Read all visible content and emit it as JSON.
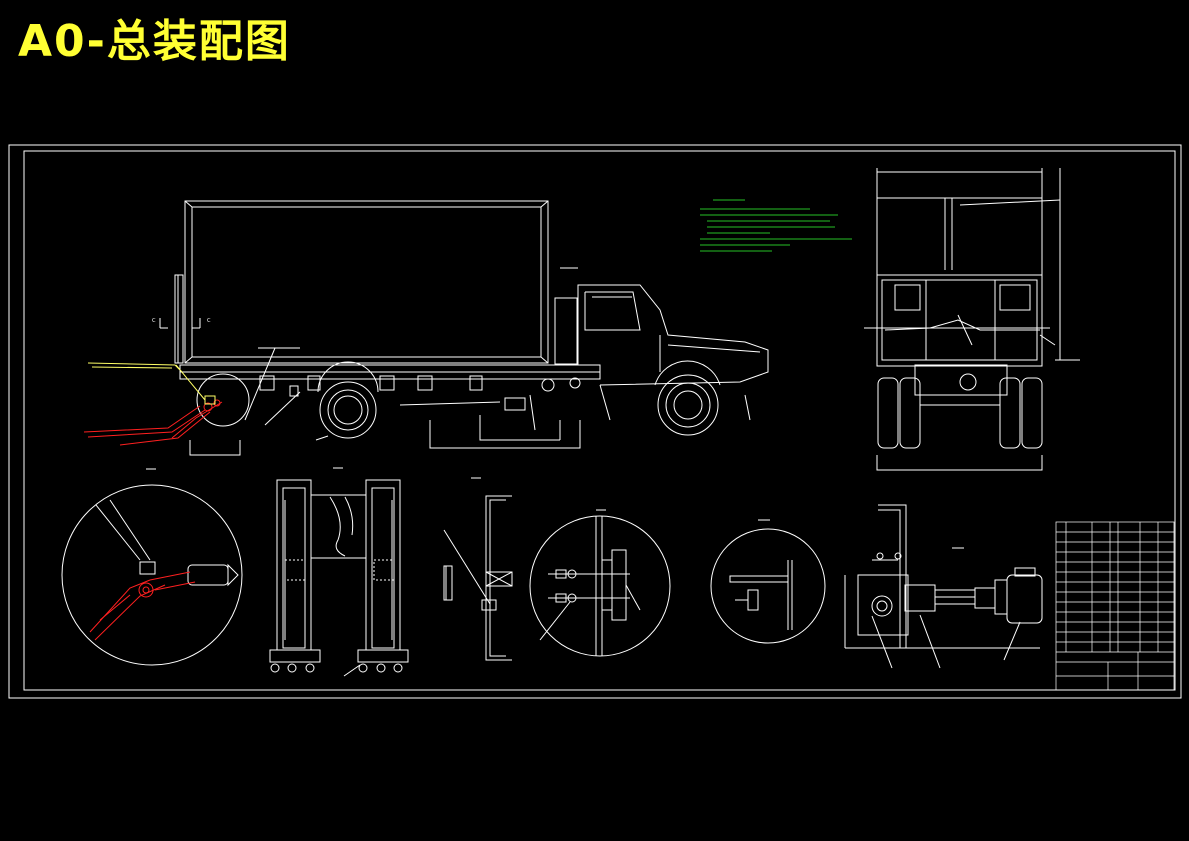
{
  "title": "A0-总装配图",
  "colors": {
    "background": "#000000",
    "title": "#ffff33",
    "lines": "#ffffff",
    "highlight_red": "#ff2020",
    "highlight_yellow": "#ffff66",
    "notes_green": "#33ff33"
  },
  "views": [
    "side-elevation",
    "rear-elevation",
    "detail-circle-arm",
    "section-frame",
    "section-channel",
    "detail-circle-bolts",
    "detail-circle-bracket",
    "hydraulic-pump-assembly",
    "title-block"
  ]
}
